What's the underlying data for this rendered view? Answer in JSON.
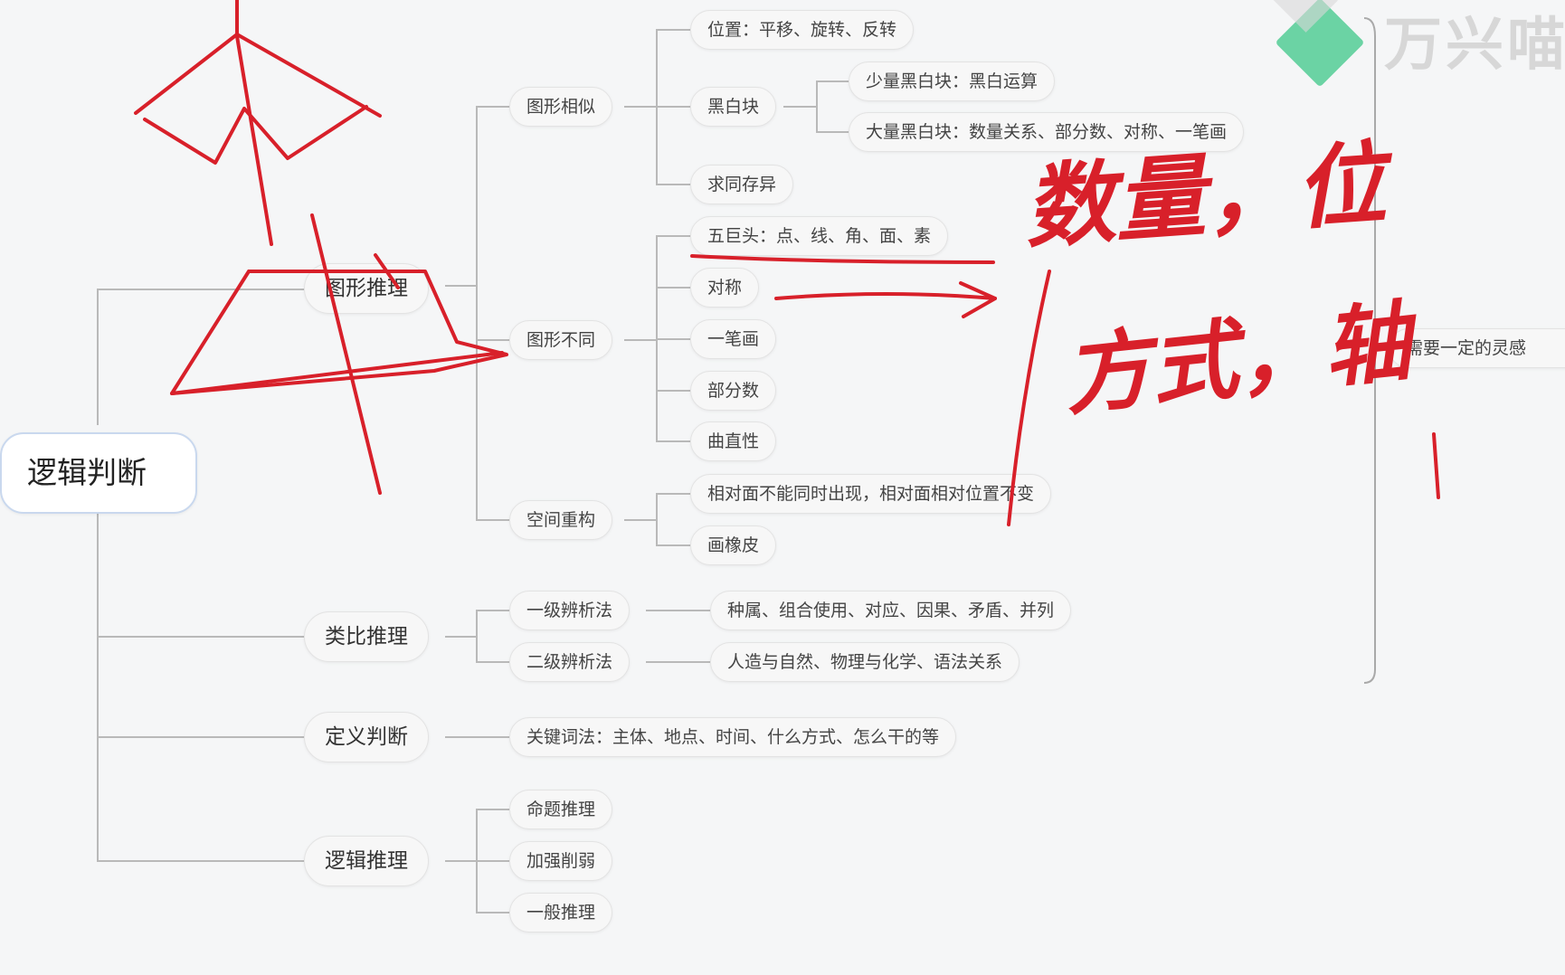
{
  "mindmap": {
    "root": "逻辑判断",
    "l1": [
      "图形推理",
      "类比推理",
      "定义判断",
      "逻辑推理"
    ],
    "graphic": {
      "similar": "图形相似",
      "position": "位置：平移、旋转、反转",
      "bw": "黑白块",
      "bw_few": "少量黑白块：黑白运算",
      "bw_many": "大量黑白块：数量关系、部分数、对称、一笔画",
      "same_diff": "求同存异",
      "different": "图形不同",
      "five_heads": "五巨头：点、线、角、面、素",
      "symmetry": "对称",
      "one_stroke": "一笔画",
      "part_count": "部分数",
      "curve_straight": "曲直性",
      "spatial": "空间重构",
      "opposite_faces": "相对面不能同时出现，相对面相对位置不变",
      "eraser": "画橡皮",
      "inspiration": "需要一定的灵感"
    },
    "analogy": {
      "level1": "一级辨析法",
      "level1_items": "种属、组合使用、对应、因果、矛盾、并列",
      "level2": "二级辨析法",
      "level2_items": "人造与自然、物理与化学、语法关系"
    },
    "definition": {
      "keywords": "关键词法：主体、地点、时间、什么方式、怎么干的等"
    },
    "logic": {
      "items": [
        "命题推理",
        "加强削弱",
        "一般推理"
      ]
    }
  },
  "watermark": {
    "text": "万兴喵",
    "accent": "#5ccf9a"
  },
  "annotations": {
    "ink_color": "#d8202a",
    "line1": "数量，位",
    "line2": "方式，轴"
  }
}
